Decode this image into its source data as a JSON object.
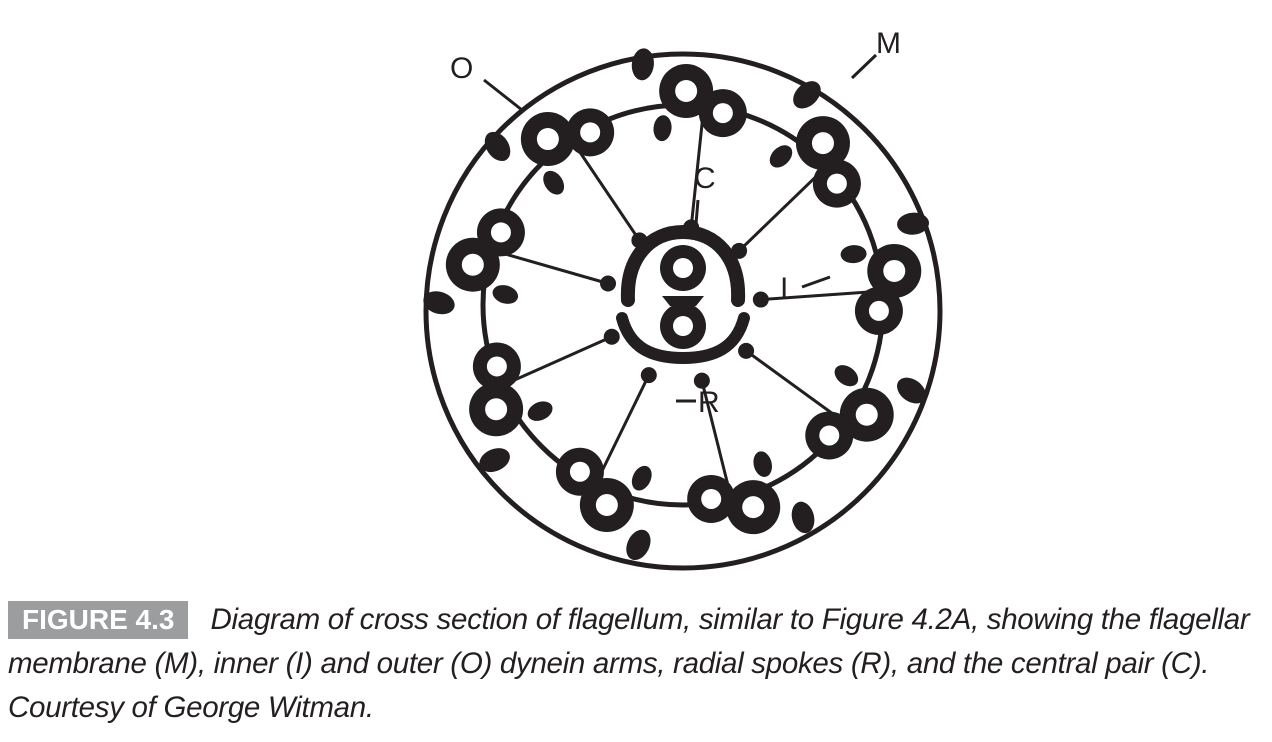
{
  "colors": {
    "ink": "#231f20",
    "figure_label_bg": "#9c9d9f",
    "figure_label_text": "#ffffff",
    "background": "#ffffff"
  },
  "diagram": {
    "labels": {
      "outer_arm": "O",
      "membrane": "M",
      "central_pair": "C",
      "inner_arm": "I",
      "radial_spoke": "R"
    }
  },
  "caption": {
    "figure_label": "FIGURE 4.3",
    "text": "Diagram of cross section of flagellum, similar to Figure 4.2A, showing the flagellar membrane (M), inner (I) and outer (O) dynein arms, radial spokes (R), and the central pair (C). Courtesy of George Witman."
  }
}
